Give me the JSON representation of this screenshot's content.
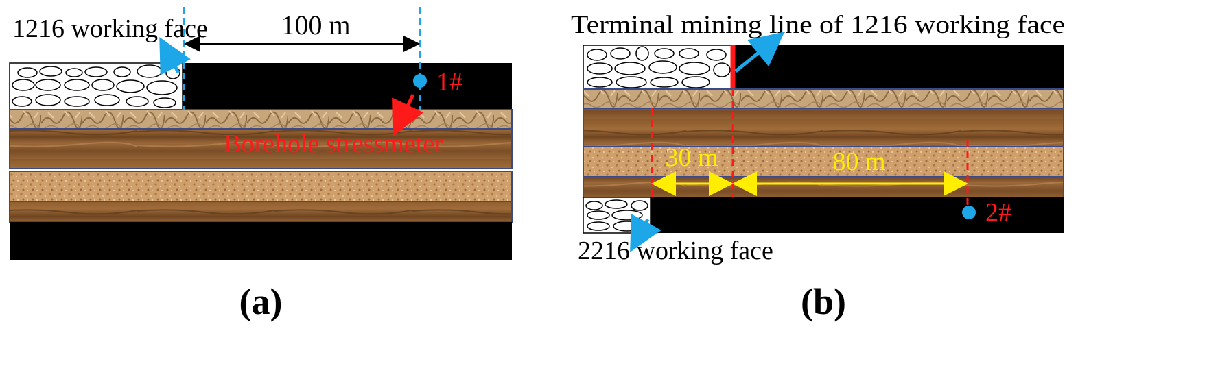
{
  "panel_a": {
    "working_face_label": "1216 working face",
    "distance_label": "100 m",
    "point_label": "1#",
    "stressmeter_label": "Borehole stressmeter",
    "caption": "(a)"
  },
  "panel_b": {
    "terminal_line_label": "Terminal mining line of 1216 working face",
    "dist_left_label": "30 m",
    "dist_right_label": "80 m",
    "point_label": "2#",
    "working_face_label": "2216 working face",
    "caption": "(b)"
  },
  "colors": {
    "coal": "#000000",
    "goaf_fill": "#ffffff",
    "roof_rock": "#c7a57a",
    "mudstone": "#8c5f31",
    "sandstone": "#cf9f6c",
    "layer_border": "#3a4a8a",
    "marker_blue": "#1ea7e8",
    "label_red": "#ff1a1a",
    "dim_yellow": "#ffee00"
  }
}
